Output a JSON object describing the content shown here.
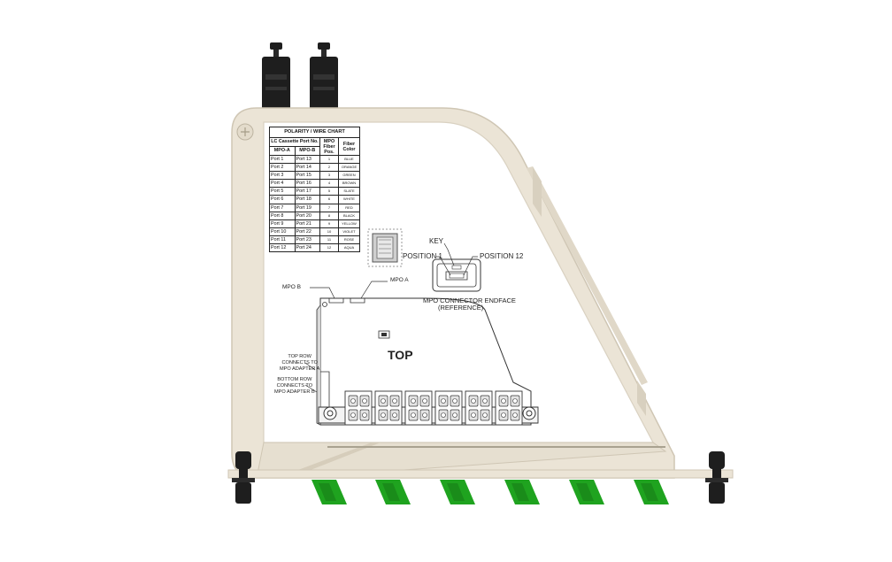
{
  "chart": {
    "title": "POLARITY / WIRE CHART",
    "group_header": "LC Cassette Port No.",
    "col_a": "MPO-A",
    "col_b": "MPO-B",
    "col_pos": "MPO Fiber Pos.",
    "col_color": "Fiber Color",
    "rows": [
      {
        "a": "Port 1",
        "b": "Port 13",
        "pos": "1",
        "color": "BLUE"
      },
      {
        "a": "Port 2",
        "b": "Port 14",
        "pos": "2",
        "color": "ORANGE"
      },
      {
        "a": "Port 3",
        "b": "Port 15",
        "pos": "3",
        "color": "GREEN"
      },
      {
        "a": "Port 4",
        "b": "Port 16",
        "pos": "4",
        "color": "BROWN"
      },
      {
        "a": "Port 5",
        "b": "Port 17",
        "pos": "5",
        "color": "SLATE"
      },
      {
        "a": "Port 6",
        "b": "Port 18",
        "pos": "6",
        "color": "WHITE"
      },
      {
        "a": "Port 7",
        "b": "Port 19",
        "pos": "7",
        "color": "RED"
      },
      {
        "a": "Port 8",
        "b": "Port 20",
        "pos": "8",
        "color": "BLACK"
      },
      {
        "a": "Port 9",
        "b": "Port 21",
        "pos": "9",
        "color": "YELLOW"
      },
      {
        "a": "Port 10",
        "b": "Port 22",
        "pos": "10",
        "color": "VIOLET"
      },
      {
        "a": "Port 11",
        "b": "Port 23",
        "pos": "11",
        "color": "ROSE"
      },
      {
        "a": "Port 12",
        "b": "Port 24",
        "pos": "12",
        "color": "AQUA"
      }
    ]
  },
  "labels": {
    "key": "KEY",
    "position_1": "POSITION 1",
    "position_12": "POSITION 12",
    "endface_line1": "MPO CONNECTOR ENDFACE",
    "endface_line2": "(REFERENCE)",
    "mpo_a": "MPO A",
    "mpo_b": "MPO B",
    "top": "TOP",
    "top_row_1": "TOP ROW",
    "top_row_2": "CONNECTS TO",
    "top_row_3": "MPO ADAPTER A",
    "bottom_row_1": "BOTTOM ROW",
    "bottom_row_2": "CONNECTS TO",
    "bottom_row_3": "MPO ADAPTER B"
  },
  "colors": {
    "housing": "#ebe4d6",
    "housing_edge": "#cfc6b4",
    "boot_green": "#1fa31f",
    "connector_black": "#1e1e1e"
  }
}
